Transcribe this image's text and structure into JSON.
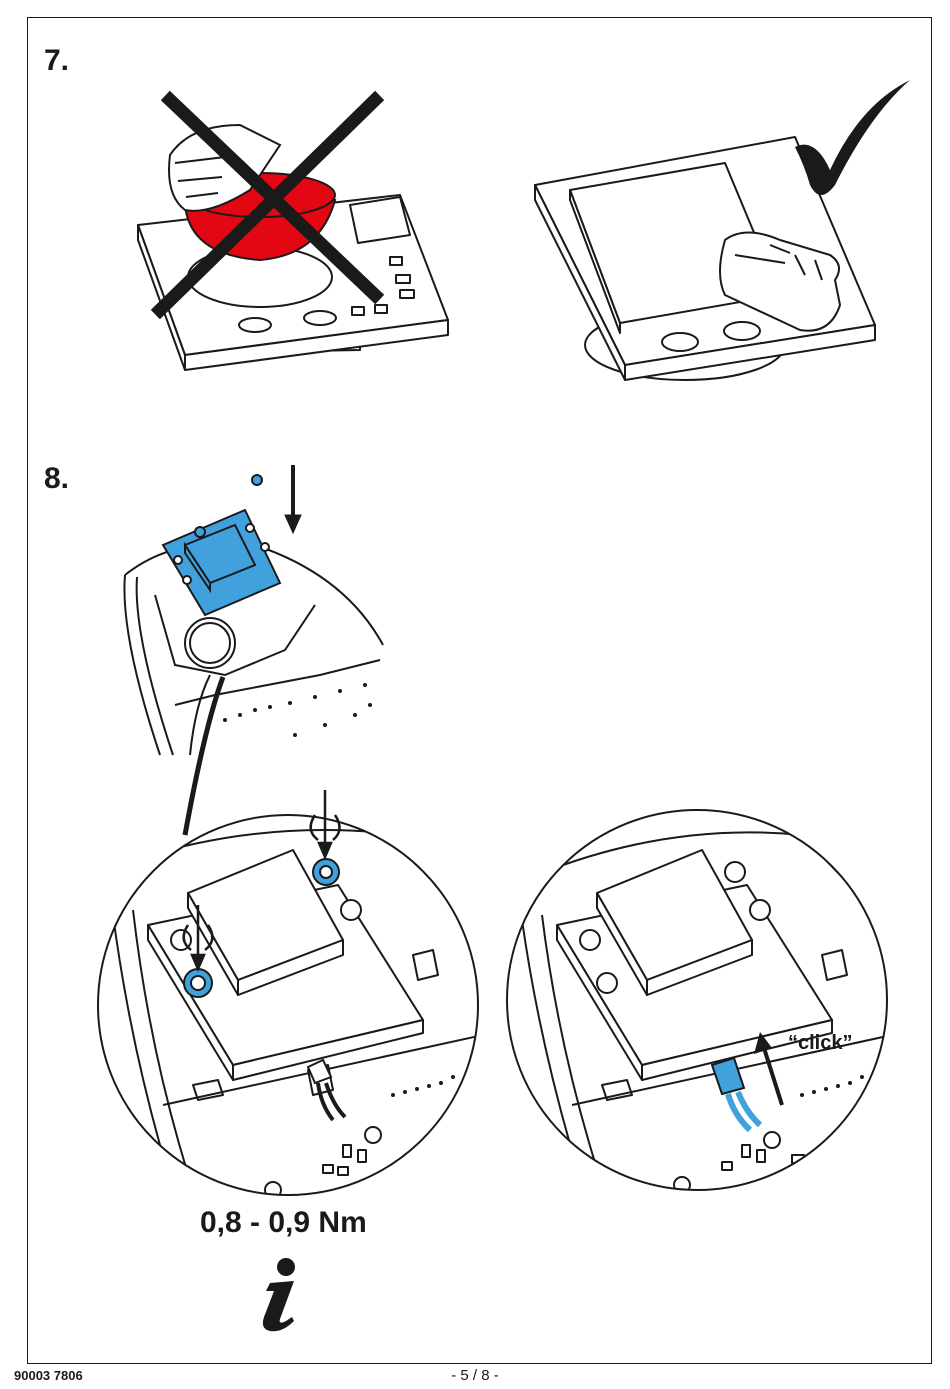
{
  "steps": {
    "step7": "7.",
    "step8": "8."
  },
  "annotations": {
    "torque": "0,8 - 0,9 Nm",
    "click": "“click”",
    "info_glyph": "i"
  },
  "footer": {
    "doc_number": "90003 7806",
    "page": "- 5 / 8 -"
  },
  "icons": {
    "wrong": "cross-icon",
    "correct": "checkmark-icon",
    "info": "info-icon"
  },
  "colors": {
    "wrong_part": "#e30613",
    "highlight": "#41a1dc",
    "ink": "#1a1a1a"
  }
}
